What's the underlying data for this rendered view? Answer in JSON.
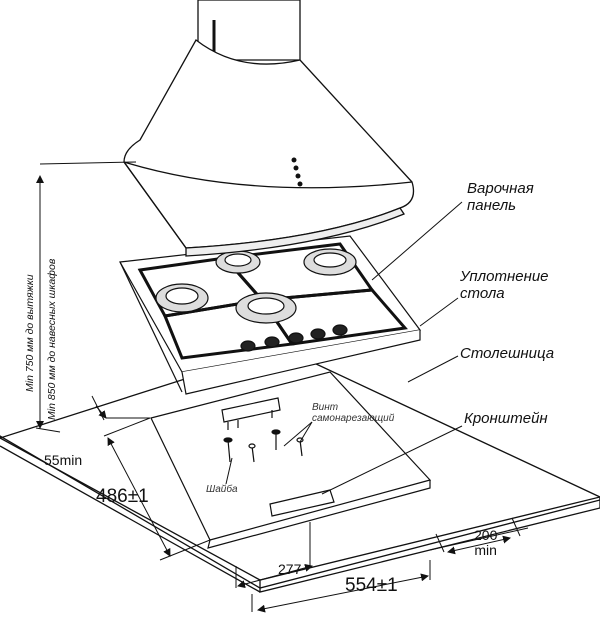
{
  "callouts": {
    "hob": [
      "Варочная",
      "панель"
    ],
    "seal": [
      "Уплотнение",
      "стола"
    ],
    "countertop": "Столешница",
    "bracket": "Кронштейн"
  },
  "parts": {
    "screw": [
      "Винт",
      "самонарезающий"
    ],
    "washer": "Шайба"
  },
  "dimensions": {
    "hood_height_1": "Min 750 мм до вытяжки",
    "hood_height_2": "Min 850 мм до навесных шкафов",
    "edge_gap": "55min",
    "cutout_depth": "486",
    "cutout_depth_tol": "±1",
    "back_gap": "200",
    "back_gap_unit": "min",
    "bracket_span": "277",
    "cutout_width": "554",
    "cutout_width_tol": "±1"
  }
}
